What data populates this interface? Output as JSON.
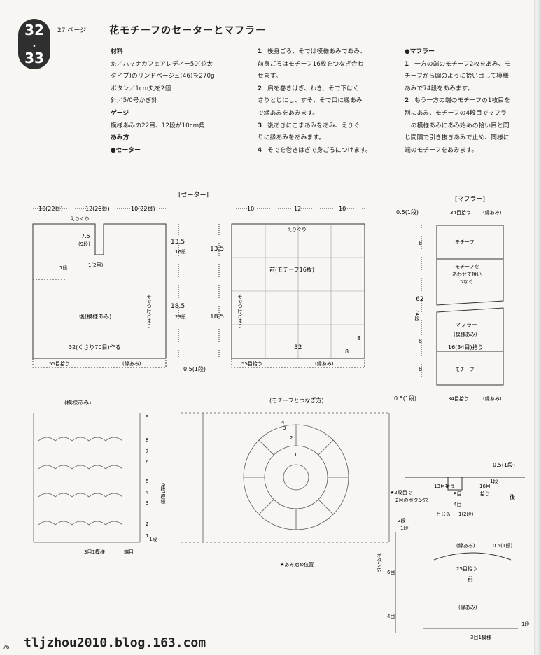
{
  "header": {
    "badge_top": "32",
    "badge_dot": "・",
    "badge_bottom": "33",
    "page_ref": "27 ページ",
    "title": "花モチーフのセーターとマフラー"
  },
  "materials": {
    "heading_materials": "材料",
    "yarn_1": "糸／ハマナカフェアレディー50(並太",
    "yarn_2": "タイプ)のリンドベージュ(46)を270g",
    "button": "ボタン／1cm丸を2個",
    "needle": "針／5/0号かぎ針",
    "heading_gauge": "ゲージ",
    "gauge": "模様あみの22目、12段が10cm角",
    "heading_method": "あみ方",
    "sweater_heading": "●セーター"
  },
  "instructions": {
    "s1_num": "1",
    "s1_l1": "後身ごろ、そでは模様あみであみ、",
    "s1_l2": "前身ごろはモチーフ16枚をつなぎ合わ",
    "s1_l3": "せます。",
    "s2_num": "2",
    "s2_l1": "肩を巻きはぎ、わき、そで下はく",
    "s2_l2": "さりとじにし、すそ、そで口に縁あみ",
    "s2_l3": "で縁あみをあみます。",
    "s3_num": "3",
    "s3_l1": "後あきにこまあみをあみ、えりぐ",
    "s3_l2": "りに縁あみをあみます。",
    "s4_num": "4",
    "s4_l1": "そでを巻きはぎで身ごろにつけます。"
  },
  "muffler": {
    "heading": "●マフラー",
    "m1_num": "1",
    "m1_l1": "一方の端のモチーフ2枚をあみ、モ",
    "m1_l2": "チーフから図のように拾い目して模様",
    "m1_l3": "あみで74段をあみます。",
    "m2_num": "2",
    "m2_l1": "もう一方の端のモチーフの1枚目を",
    "m2_l2": "別にあみ、モチーフの4段目でマフラ",
    "m2_l3": "ーの模様あみにあみ始めの拾い目と同",
    "m2_l4": "じ間隔で引き抜きあみで止め、同様に",
    "m2_l5": "端のモチーフをあみます。"
  },
  "sweater_diagram": {
    "label": "[セーター]",
    "top_dims": [
      "10(22目)",
      "12(26目)",
      "10(22目)"
    ],
    "neck_back": "えりぐり",
    "d_7_5": "7.5",
    "d_9rows": "(9段)",
    "d_7rows": "7段",
    "d_1_2": "1(2目)",
    "back_label": "後(模様あみ)",
    "sleeve_label": "そでつけどまり",
    "d_13_5": "13.5",
    "d_16rows": "16段",
    "d_18_5": "18.5",
    "d_23rows": "23段",
    "d_32": "32(くさり70目)作る",
    "d_55": "55目拾う",
    "edge": "(縁あみ)",
    "d_0_5": "0.5(1段)"
  },
  "front_diagram": {
    "top_dims": [
      "10",
      "12",
      "10"
    ],
    "neck": "えりぐり",
    "label": "前(モチーフ16枚)",
    "sleeve": "そでつけどまり",
    "d_13_5": "13.5",
    "d_18_5": "18.5",
    "d_32": "32",
    "d_8a": "8",
    "d_8b": "8",
    "d_55": "55目拾う",
    "edge": "(縁あみ)"
  },
  "muffler_diagram": {
    "label": "[マフラー]",
    "d_0_5_top": "0.5(1段)",
    "pick_top": "34目拾う",
    "edge_top": "(縁あみ)",
    "motif": "モチーフ",
    "pickup": "モチーフを",
    "pickup2": "あわせて拾い",
    "pickup3": "つなぐ",
    "d_8a": "8",
    "d_62": "62",
    "d_74": "74段",
    "muffler_label": "マフラー",
    "pattern": "(模様あみ)",
    "d_16": "16(34目)拾う",
    "d_8b": "8",
    "motif2": "モチーフ",
    "d_8c": "8",
    "d_0_5_bot": "0.5(1段)",
    "pick_bot": "34目拾う",
    "edge_bot": "(縁あみ)"
  },
  "pattern_chart": {
    "label": "(模様あみ)",
    "rows": [
      "9",
      "8",
      "7",
      "6",
      "5",
      "4",
      "3",
      "2",
      "1"
    ],
    "side": "6段1模様",
    "bottom_repeat": "3目1模様",
    "bottom_edge": "端目",
    "row_label": "1段"
  },
  "motif_chart": {
    "label": "(モチーフとつなぎ方)",
    "start": "★あみ始め位置",
    "nums": [
      "4",
      "3",
      "2",
      "1"
    ]
  },
  "detail_back": {
    "d_0_5": "0.5(1段)",
    "d_13": "13目拾う",
    "d_16": "16目",
    "pick": "拾う",
    "row1": "1段",
    "d_8": "8目",
    "d_4": "4目",
    "close": "とじる",
    "row2": "1(2段)",
    "back": "後",
    "buttonhole_1": "★2段目で",
    "buttonhole_2": "2目のボタン穴"
  },
  "detail_front": {
    "edge": "(縁あみ)",
    "d_0_5": "0.5(1段)",
    "d_25": "25目拾う",
    "front": "前"
  },
  "detail_edge": {
    "row2": "2段",
    "row1": "1段",
    "button": "ボタン穴",
    "d_6": "6目",
    "d_4": "4目",
    "edge": "(縁あみ)",
    "repeat": "3目1模様",
    "row1b": "1段"
  },
  "footer": {
    "page_num": "76",
    "watermark": "tljzhou2010.blog.163.com"
  }
}
